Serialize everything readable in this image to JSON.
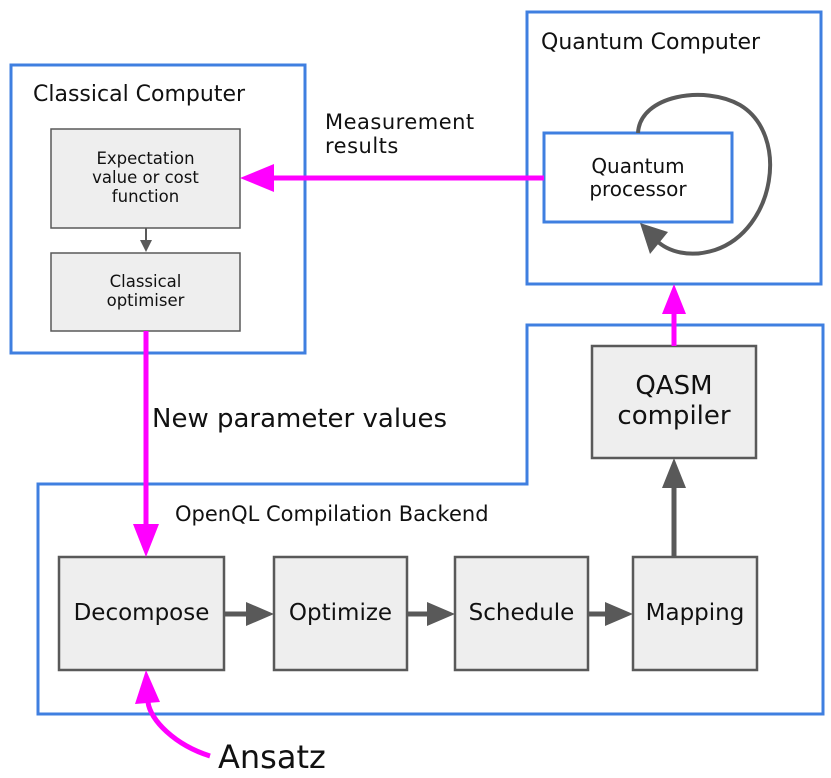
{
  "classical": {
    "title": "Classical Computer",
    "expectation_line1": "Expectation",
    "expectation_line2": "value or cost",
    "expectation_line3": "function",
    "optimiser_line1": "Classical",
    "optimiser_line2": "optimiser"
  },
  "quantum": {
    "title": "Quantum Computer",
    "processor_line1": "Quantum",
    "processor_line2": "processor"
  },
  "measurement": {
    "line1": "Measurement",
    "line2": "results"
  },
  "new_params": "New parameter values",
  "qasm": {
    "line1": "QASM",
    "line2": "compiler"
  },
  "backend": {
    "title": "OpenQL Compilation Backend",
    "steps": [
      "Decompose",
      "Optimize",
      "Schedule",
      "Mapping"
    ]
  },
  "ansatz": "Ansatz",
  "colors": {
    "frame": "#3f7fe0",
    "flow": "#ff00ff",
    "internal": "#595959",
    "box_fill": "#eeeeee",
    "box_stroke": "#595959"
  }
}
